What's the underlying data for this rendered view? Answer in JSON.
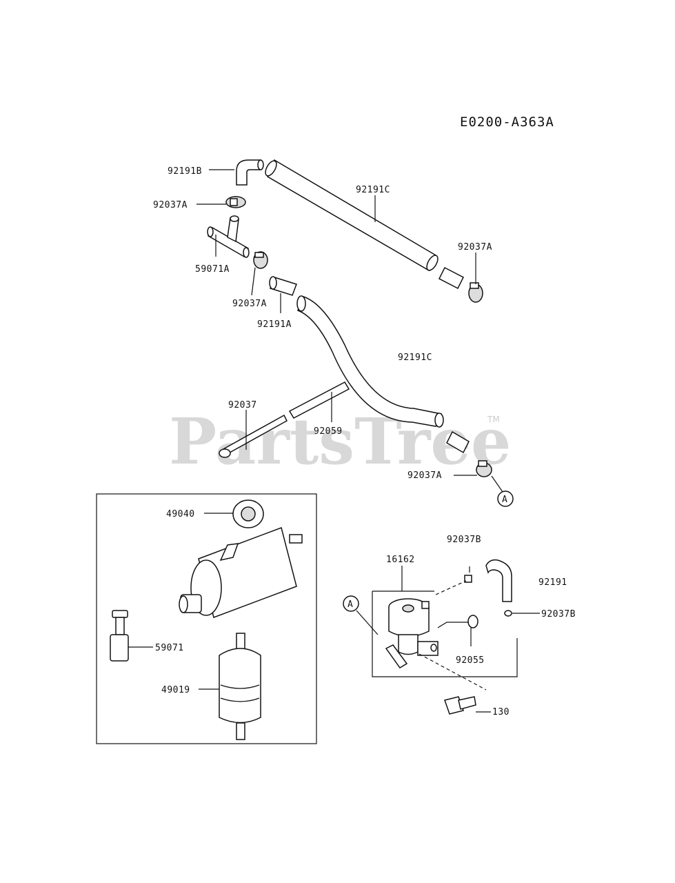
{
  "diagram_code": "E0200-A363A",
  "watermark": {
    "text": "PartsTree",
    "tm": "TM"
  },
  "labels": {
    "p92191B": "92191B",
    "p92037A_top": "92037A",
    "p59071A": "59071A",
    "p92037A_mid": "92037A",
    "p92191A": "92191A",
    "p92191C_top": "92191C",
    "p92037A_right": "92037A",
    "p92191C_mid": "92191C",
    "p92037": "92037",
    "p92059": "92059",
    "p92037A_low": "92037A",
    "p49040": "49040",
    "p59071": "59071",
    "p49019": "49019",
    "p16162": "16162",
    "p92037B_top": "92037B",
    "p92191": "92191",
    "p92037B_right": "92037B",
    "p92055": "92055",
    "p130": "130"
  },
  "refs": {
    "a1": "A",
    "a2": "A"
  }
}
